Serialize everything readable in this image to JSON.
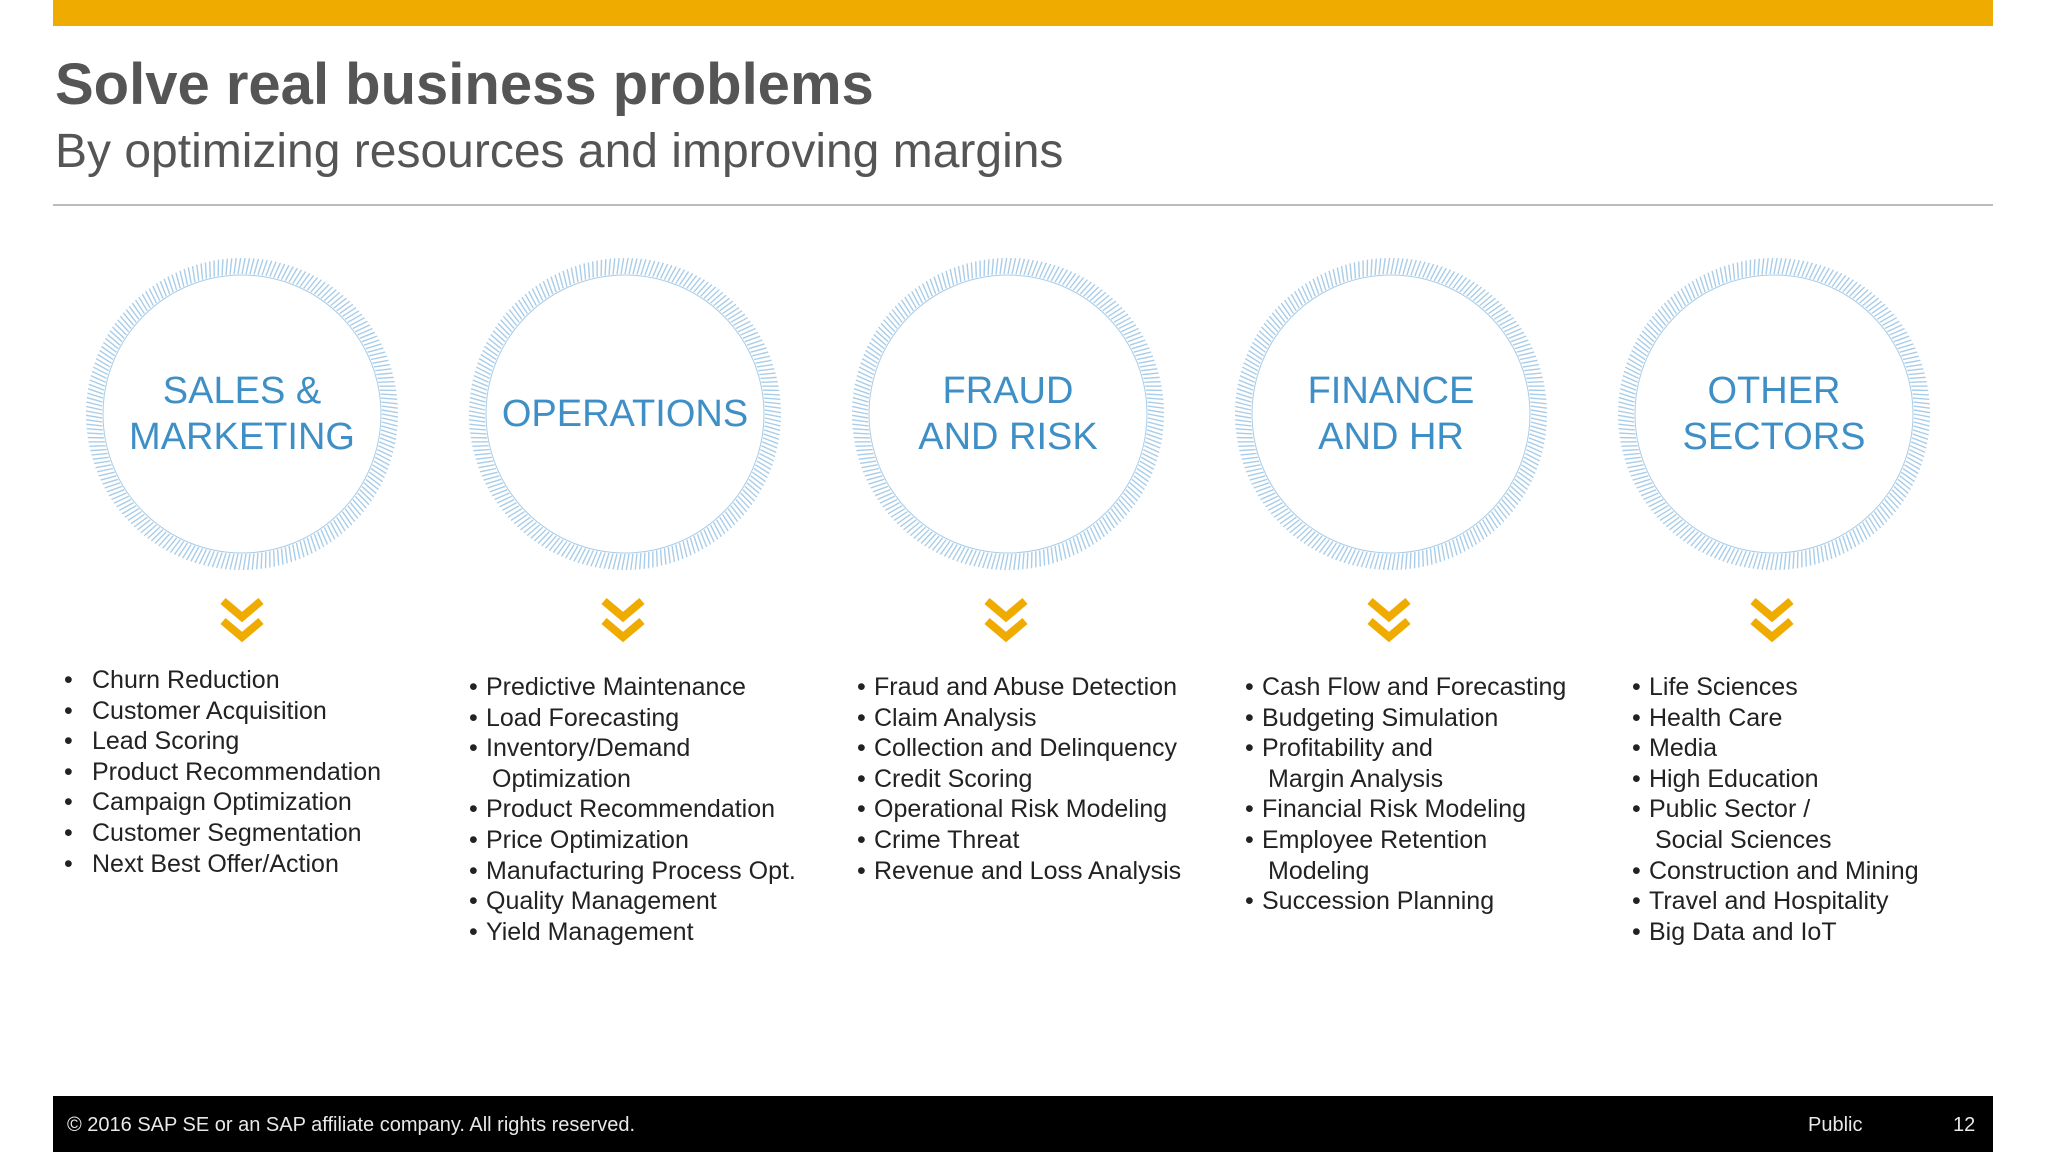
{
  "slide": {
    "title": "Solve real business problems",
    "subtitle": "By optimizing resources and improving margins"
  },
  "colors": {
    "accent_bar": "#f0ab00",
    "circle_text": "#3f8fc7",
    "circle_ring": "#a9cde8",
    "chevron": "#f0ab00",
    "footer_bg": "#000000"
  },
  "categories": [
    {
      "lines": [
        "SALES &",
        "MARKETING"
      ],
      "items": [
        "Churn Reduction",
        "Customer Acquisition",
        "Lead Scoring",
        "Product Recommendation",
        "Campaign Optimization",
        "Customer Segmentation",
        "Next Best Offer/Action"
      ]
    },
    {
      "lines": [
        "OPERATIONS"
      ],
      "items": [
        "Predictive Maintenance",
        "Load Forecasting",
        "Inventory/Demand",
        "Optimization",
        "Product Recommendation",
        "Price Optimization",
        "Manufacturing Process Opt.",
        "Quality Management",
        "Yield Management"
      ]
    },
    {
      "lines": [
        "FRAUD",
        "AND RISK"
      ],
      "items": [
        "Fraud and Abuse Detection",
        "Claim Analysis",
        "Collection and Delinquency",
        "Credit Scoring",
        "Operational Risk Modeling",
        "Crime Threat",
        "Revenue and Loss Analysis"
      ]
    },
    {
      "lines": [
        "FINANCE",
        "AND HR"
      ],
      "items": [
        "Cash Flow and Forecasting",
        "Budgeting Simulation",
        "Profitability and",
        "Margin Analysis",
        "Financial Risk Modeling",
        "Employee Retention",
        "Modeling",
        "Succession Planning"
      ]
    },
    {
      "lines": [
        "OTHER",
        "SECTORS"
      ],
      "items": [
        "Life Sciences",
        "Health Care",
        "Media",
        "High Education",
        "Public Sector /",
        "Social Sciences",
        "Construction and Mining",
        "Travel and Hospitality",
        "Big Data and IoT"
      ]
    }
  ],
  "footer": {
    "copyright": "© 2016 SAP SE or an SAP affiliate company. All rights reserved.",
    "classification": "Public",
    "page_number": "12"
  }
}
